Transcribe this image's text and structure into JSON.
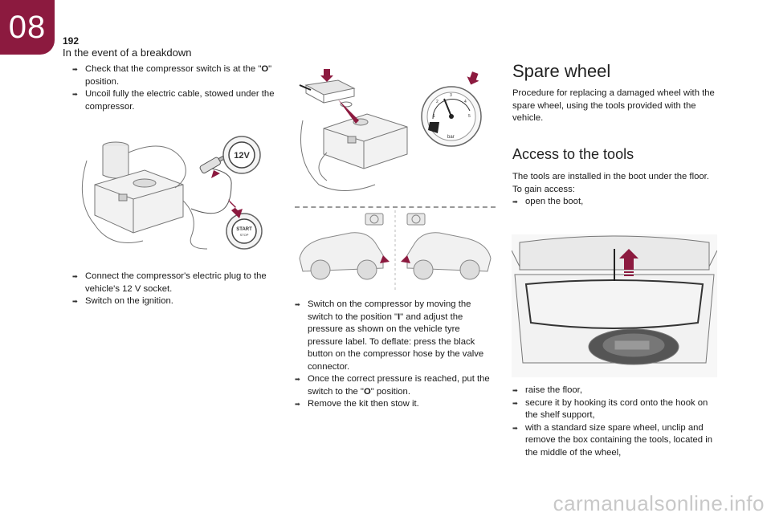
{
  "header": {
    "chapter": "08",
    "page_number": "192",
    "section_title": "In the event of a breakdown"
  },
  "col1": {
    "top_items": [
      {
        "pre": "Check that the compressor switch is at the \"",
        "key": "O",
        "post": "\" position."
      },
      {
        "pre": "Uncoil fully the electric cable, stowed under the compressor.",
        "key": "",
        "post": ""
      }
    ],
    "bottom_items": [
      "Connect the compressor's electric plug to the vehicle's 12 V socket.",
      "Switch on the ignition."
    ],
    "socket_label": "12V",
    "start_label": "START",
    "stop_label": "STOP"
  },
  "col2": {
    "gauge_unit": "bar",
    "gauge_ticks": [
      "1",
      "2",
      "3",
      "4",
      "5"
    ],
    "items": [
      {
        "pre": "Switch on the compressor by moving the switch to the position \"",
        "key": "I",
        "post": "\" and adjust the pressure as shown on the vehicle tyre pressure label. To deflate: press the black button on the compressor hose by the valve connector."
      },
      {
        "pre": "Once the correct pressure is reached, put the switch to the \"",
        "key": "O",
        "post": "\" position."
      },
      {
        "pre": "Remove the kit then stow it.",
        "key": "",
        "post": ""
      }
    ]
  },
  "col3": {
    "title": "Spare wheel",
    "intro": "Procedure for replacing a damaged wheel with the spare wheel, using the tools provided with the vehicle.",
    "subtitle": "Access to the tools",
    "access_line1": "The tools are installed in the boot under the floor.",
    "access_line2": "To gain access:",
    "access_items": [
      "open the boot,"
    ],
    "steps": [
      "raise the floor,",
      "secure it by hooking its cord onto the hook on the shelf support,",
      "with a standard size spare wheel, unclip and remove the box containing the tools, located in the middle of the wheel,"
    ]
  },
  "watermark": "carmanualsonline.info",
  "colors": {
    "accent": "#8c1a3f"
  }
}
